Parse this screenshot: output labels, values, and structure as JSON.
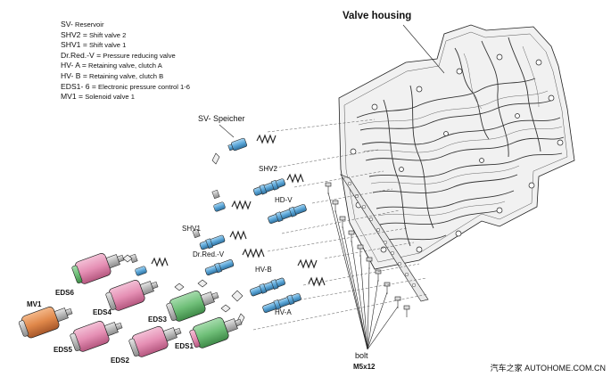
{
  "legend": [
    {
      "abbr": "SV-",
      "desc": "Reservoir"
    },
    {
      "abbr": "SHV2 =",
      "desc": "Shift valve 2"
    },
    {
      "abbr": "SHV1 =",
      "desc": "Shift valve 1"
    },
    {
      "abbr": "Dr.Red.-V =",
      "desc": "Pressure reducing valve"
    },
    {
      "abbr": "HV- A =",
      "desc": "Retaining valve, clutch A"
    },
    {
      "abbr": "HV- B =",
      "desc": "Retaining valve, clutch B"
    },
    {
      "abbr": "EDS1- 6 =",
      "desc": "Electronic pressure control 1-6"
    },
    {
      "abbr": "MV1 =",
      "desc": "Solenoid valve 1"
    }
  ],
  "labels": {
    "valve_housing": "Valve housing",
    "sv_speicher": "SV- Speicher",
    "shv2": "SHV2",
    "hd_v": "HD-V",
    "shv1": "SHV1",
    "dr_red_v": "Dr.Red.-V",
    "hv_b": "HV-B",
    "hv_a": "HV-A",
    "eds6": "EDS6",
    "mv1": "MV1",
    "eds4": "EDS4",
    "eds3": "EDS3",
    "eds5": "EDS5",
    "eds2": "EDS2",
    "eds1": "EDS1",
    "bolt": "bolt",
    "bolt_size": "M5x12"
  },
  "footer": "汽车之家  AUTOHOME.COM.CN",
  "colors": {
    "solenoid_pink": "#e58fb4",
    "solenoid_green": "#6fbf78",
    "solenoid_orange": "#e0884a",
    "valve_blue": "#5aa6d8",
    "line": "#222222"
  }
}
